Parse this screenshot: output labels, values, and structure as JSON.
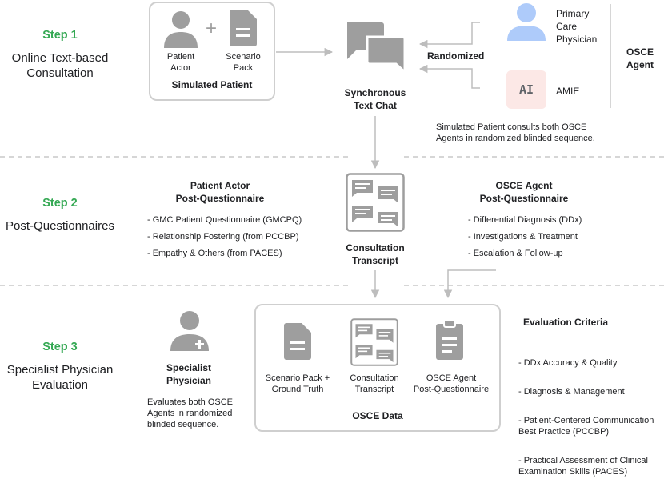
{
  "steps": [
    {
      "label": "Step 1",
      "desc": "Online Text-based\nConsultation"
    },
    {
      "label": "Step 2",
      "desc": "Post-Questionnaires"
    },
    {
      "label": "Step 3",
      "desc": "Specialist Physician\nEvaluation"
    }
  ],
  "simulated_patient": {
    "actor_label": "Patient\nActor",
    "plus": "+",
    "pack_label": "Scenario\nPack",
    "title": "Simulated Patient"
  },
  "chat": {
    "title": "Synchronous\nText Chat"
  },
  "randomized": "Randomized",
  "agents": {
    "pcp_label": "Primary\nCare\nPhysician",
    "ai_badge": "AI",
    "amie_label": "AMIE",
    "title": "OSCE\nAgent"
  },
  "consult_note": "Simulated Patient consults both OSCE\nAgents in randomized blinded sequence.",
  "patient_questionnaire": {
    "title": "Patient Actor\nPost-Questionnaire",
    "items": [
      "- GMC Patient Questionnaire (GMCPQ)",
      "- Relationship Fostering (from PCCBP)",
      "- Empathy & Others (from PACES)"
    ]
  },
  "transcript": {
    "title": "Consultation\nTranscript"
  },
  "agent_questionnaire": {
    "title": "OSCE Agent\nPost-Questionnaire",
    "items": [
      "- Differential Diagnosis (DDx)",
      "- Investigations & Treatment",
      "- Escalation & Follow-up"
    ]
  },
  "specialist": {
    "title": "Specialist\nPhysician",
    "note": "Evaluates both OSCE\nAgents in randomized\nblinded sequence."
  },
  "osce_data": {
    "items": [
      "Scenario Pack +\nGround Truth",
      "Consultation\nTranscript",
      "OSCE Agent\nPost-Questionnaire"
    ],
    "title": "OSCE Data"
  },
  "criteria": {
    "title": "Evaluation Criteria",
    "items": [
      "- DDx Accuracy & Quality",
      "- Diagnosis & Management",
      "- Patient-Centered Communication\n  Best Practice (PCCBP)",
      "- Practical Assessment of Clinical\n  Examination Skills (PACES)"
    ]
  },
  "colors": {
    "step_green": "#34a853",
    "icon_gray": "#9e9e9e",
    "person_blue": "#aecbfa",
    "ai_pink": "#fce8e6",
    "line_gray": "#c6c6c6"
  }
}
